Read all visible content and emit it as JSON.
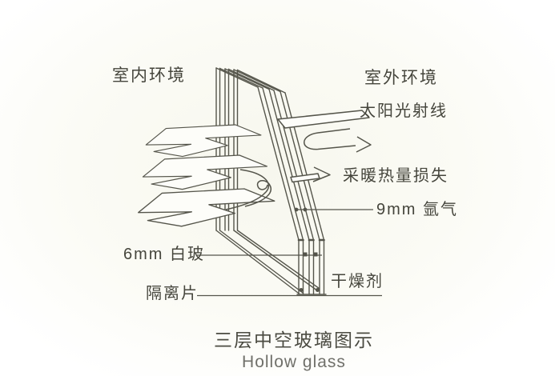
{
  "labels": {
    "indoor": "室内环境",
    "outdoor": "室外环境",
    "solar_ray": "太阳光射线",
    "heat_loss": "采暖热量损失",
    "argon": "9mm 氩气",
    "clear_glass": "6mm 白玻",
    "spacer": "隔离片",
    "desiccant": "干燥剂"
  },
  "title": {
    "zh": "三层中空玻璃图示",
    "en": "Hollow glass"
  },
  "colors": {
    "line": "#55554b",
    "text": "#45453c",
    "title_en": "#70706a",
    "background": "#fbfbf5"
  }
}
